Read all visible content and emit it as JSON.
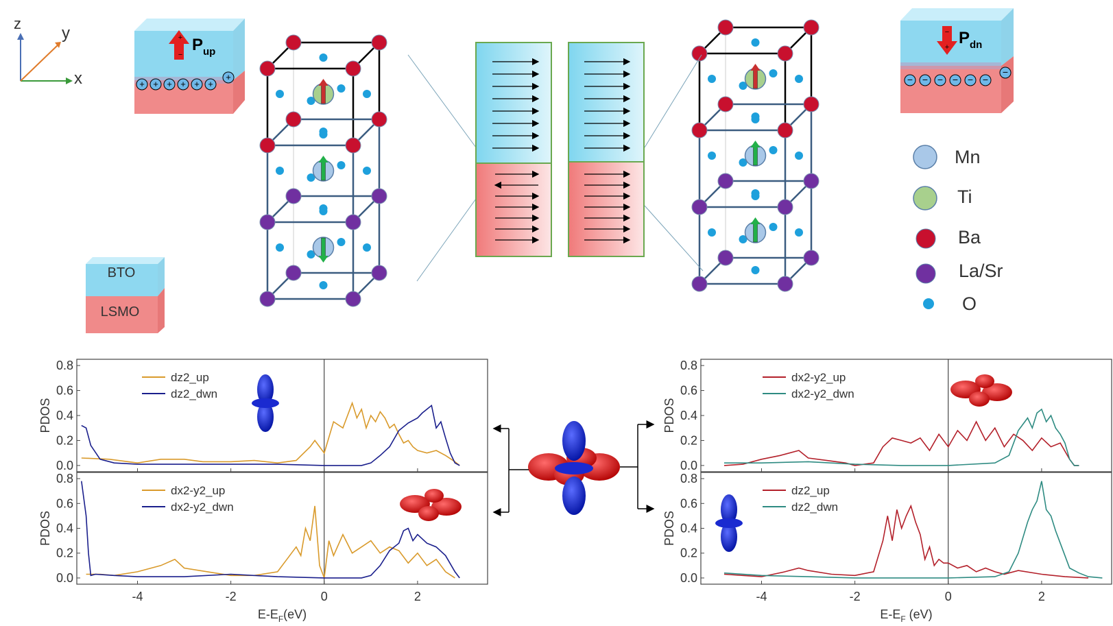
{
  "axes_labels": {
    "z": "z",
    "y": "y",
    "x": "x"
  },
  "polarization": {
    "up": {
      "P": "P",
      "sub": "up"
    },
    "dn": {
      "P": "P",
      "sub": "dn"
    }
  },
  "stack": {
    "top": "BTO",
    "bottom": "LSMO"
  },
  "legend": [
    {
      "name": "Mn",
      "color": "#a9c8e8"
    },
    {
      "name": "Ti",
      "color": "#a8d08d"
    },
    {
      "name": "Ba",
      "color": "#c8102e"
    },
    {
      "name": "La/Sr",
      "color": "#7030a0"
    },
    {
      "name": "O",
      "color": "#1ea0dc"
    }
  ],
  "colors": {
    "bto": "#a8e4f5",
    "lsmo": "#f28d8d",
    "up": "#d99a2b",
    "dn": "#1a1f8c",
    "red": "#b3202a",
    "teal": "#2e8b82"
  },
  "chart_data": [
    {
      "type": "line",
      "panel": "left-top",
      "xlabel": "",
      "ylabel": "PDOS",
      "xlim": [
        -5.3,
        3.5
      ],
      "ylim": [
        -0.05,
        0.85
      ],
      "yticks": [
        "0.0",
        "0.2",
        "0.4",
        "0.6",
        "0.8"
      ],
      "series": [
        {
          "name": "dz2_up",
          "x": [
            -5.2,
            -4.6,
            -4.0,
            -3.5,
            -3.0,
            -2.6,
            -2.0,
            -1.5,
            -1.0,
            -0.6,
            -0.3,
            -0.2,
            0.0,
            0.2,
            0.4,
            0.5,
            0.6,
            0.7,
            0.8,
            0.9,
            1.0,
            1.1,
            1.2,
            1.3,
            1.4,
            1.5,
            1.6,
            1.7,
            1.8,
            1.9,
            2.0,
            2.2,
            2.4,
            2.6,
            2.8,
            2.9
          ],
          "y": [
            0.06,
            0.05,
            0.02,
            0.05,
            0.05,
            0.03,
            0.03,
            0.04,
            0.02,
            0.04,
            0.15,
            0.2,
            0.1,
            0.35,
            0.3,
            0.4,
            0.5,
            0.38,
            0.45,
            0.3,
            0.4,
            0.35,
            0.43,
            0.38,
            0.3,
            0.33,
            0.25,
            0.18,
            0.2,
            0.15,
            0.12,
            0.1,
            0.12,
            0.08,
            0.03,
            0.0
          ]
        },
        {
          "name": "dz2_dwn",
          "x": [
            -5.2,
            -5.1,
            -5.0,
            -4.8,
            -4.5,
            -4.0,
            -3.0,
            -2.0,
            -1.0,
            0.0,
            0.8,
            1.0,
            1.2,
            1.4,
            1.6,
            1.8,
            2.0,
            2.1,
            2.2,
            2.3,
            2.4,
            2.5,
            2.6,
            2.7,
            2.8,
            2.9
          ],
          "y": [
            0.32,
            0.3,
            0.16,
            0.05,
            0.02,
            0.01,
            0.01,
            0.01,
            0.01,
            0.0,
            0.0,
            0.02,
            0.08,
            0.15,
            0.28,
            0.34,
            0.38,
            0.42,
            0.45,
            0.48,
            0.3,
            0.35,
            0.22,
            0.1,
            0.02,
            0.0
          ]
        }
      ]
    },
    {
      "type": "line",
      "panel": "left-bottom",
      "xlabel": "E-E_F(eV)",
      "ylabel": "PDOS",
      "xlim": [
        -5.3,
        3.5
      ],
      "ylim": [
        -0.05,
        0.85
      ],
      "yticks": [
        "0.0",
        "0.2",
        "0.4",
        "0.6",
        "0.8"
      ],
      "xticks": [
        "-4",
        "-2",
        "0",
        "2"
      ],
      "series": [
        {
          "name": "dx2-y2_up",
          "x": [
            -5.1,
            -4.8,
            -4.5,
            -4.0,
            -3.5,
            -3.2,
            -3.0,
            -2.5,
            -2.0,
            -1.5,
            -1.0,
            -0.8,
            -0.6,
            -0.5,
            -0.4,
            -0.3,
            -0.2,
            -0.1,
            0.0,
            0.1,
            0.2,
            0.4,
            0.6,
            0.8,
            1.0,
            1.2,
            1.4,
            1.6,
            1.8,
            2.0,
            2.2,
            2.4,
            2.6,
            2.8
          ],
          "y": [
            0.03,
            0.03,
            0.02,
            0.05,
            0.1,
            0.15,
            0.08,
            0.05,
            0.02,
            0.02,
            0.05,
            0.15,
            0.25,
            0.18,
            0.4,
            0.3,
            0.58,
            0.1,
            0.0,
            0.3,
            0.18,
            0.35,
            0.2,
            0.25,
            0.3,
            0.2,
            0.25,
            0.22,
            0.12,
            0.2,
            0.1,
            0.15,
            0.05,
            0.0
          ]
        },
        {
          "name": "dx2-y2_dwn",
          "x": [
            -5.2,
            -5.1,
            -5.05,
            -5.0,
            -4.9,
            -4.5,
            -4.0,
            -3.0,
            -2.0,
            -1.0,
            0.0,
            0.5,
            0.8,
            1.0,
            1.2,
            1.4,
            1.6,
            1.7,
            1.8,
            1.9,
            2.0,
            2.2,
            2.4,
            2.6,
            2.8,
            2.9
          ],
          "y": [
            0.78,
            0.5,
            0.2,
            0.02,
            0.03,
            0.02,
            0.01,
            0.01,
            0.03,
            0.01,
            0.0,
            0.0,
            0.0,
            0.02,
            0.1,
            0.22,
            0.28,
            0.38,
            0.4,
            0.3,
            0.35,
            0.28,
            0.25,
            0.18,
            0.05,
            0.0
          ]
        }
      ]
    },
    {
      "type": "line",
      "panel": "right-top",
      "xlabel": "",
      "ylabel": "PDOS",
      "xlim": [
        -5.3,
        3.5
      ],
      "ylim": [
        -0.05,
        0.85
      ],
      "yticks": [
        "0.0",
        "0.2",
        "0.4",
        "0.6",
        "0.8"
      ],
      "series": [
        {
          "name": "dx2-y2_up",
          "x": [
            -4.8,
            -4.4,
            -4.0,
            -3.6,
            -3.2,
            -3.0,
            -2.6,
            -2.2,
            -2.0,
            -1.6,
            -1.4,
            -1.2,
            -1.0,
            -0.8,
            -0.6,
            -0.4,
            -0.2,
            0.0,
            0.2,
            0.4,
            0.6,
            0.8,
            1.0,
            1.2,
            1.4,
            1.6,
            1.8,
            2.0,
            2.2,
            2.4,
            2.6,
            2.7,
            2.8
          ],
          "y": [
            0.0,
            0.01,
            0.05,
            0.08,
            0.12,
            0.06,
            0.04,
            0.02,
            0.0,
            0.02,
            0.15,
            0.22,
            0.2,
            0.18,
            0.22,
            0.12,
            0.25,
            0.15,
            0.28,
            0.2,
            0.35,
            0.2,
            0.3,
            0.15,
            0.25,
            0.2,
            0.12,
            0.22,
            0.15,
            0.18,
            0.05,
            0.0,
            0.0
          ]
        },
        {
          "name": "dx2-y2_dwn",
          "x": [
            -4.8,
            -4.0,
            -3.0,
            -2.0,
            -1.0,
            0.0,
            1.0,
            1.3,
            1.5,
            1.7,
            1.8,
            1.9,
            2.0,
            2.1,
            2.2,
            2.3,
            2.4,
            2.5,
            2.6,
            2.7,
            2.8
          ],
          "y": [
            0.02,
            0.02,
            0.03,
            0.01,
            0.0,
            0.0,
            0.02,
            0.08,
            0.28,
            0.38,
            0.3,
            0.42,
            0.45,
            0.35,
            0.4,
            0.3,
            0.25,
            0.18,
            0.05,
            0.0,
            0.0
          ]
        }
      ]
    },
    {
      "type": "line",
      "panel": "right-bottom",
      "xlabel": "E-E_F (eV)",
      "ylabel": "PDOS",
      "xlim": [
        -5.3,
        3.5
      ],
      "ylim": [
        -0.05,
        0.85
      ],
      "yticks": [
        "0.0",
        "0.2",
        "0.4",
        "0.6",
        "0.8"
      ],
      "xticks": [
        "-4",
        "-2",
        "0",
        "2"
      ],
      "series": [
        {
          "name": "dz2_up",
          "x": [
            -4.8,
            -4.4,
            -4.0,
            -3.5,
            -3.2,
            -3.0,
            -2.5,
            -2.0,
            -1.6,
            -1.4,
            -1.3,
            -1.2,
            -1.1,
            -1.0,
            -0.9,
            -0.8,
            -0.7,
            -0.6,
            -0.5,
            -0.4,
            -0.3,
            -0.2,
            -0.1,
            0.0,
            0.2,
            0.4,
            0.6,
            0.8,
            1.0,
            1.2,
            1.5,
            2.0,
            2.5,
            3.0
          ],
          "y": [
            0.03,
            0.02,
            0.01,
            0.05,
            0.08,
            0.06,
            0.03,
            0.02,
            0.05,
            0.3,
            0.5,
            0.3,
            0.55,
            0.4,
            0.5,
            0.58,
            0.45,
            0.35,
            0.15,
            0.25,
            0.1,
            0.15,
            0.12,
            0.12,
            0.08,
            0.1,
            0.05,
            0.08,
            0.05,
            0.03,
            0.06,
            0.03,
            0.01,
            0.0
          ]
        },
        {
          "name": "dz2_dwn",
          "x": [
            -4.8,
            -4.0,
            -3.0,
            -2.0,
            -1.0,
            0.0,
            1.0,
            1.3,
            1.5,
            1.7,
            1.8,
            1.9,
            2.0,
            2.1,
            2.2,
            2.3,
            2.4,
            2.5,
            2.6,
            2.8,
            3.0,
            3.3
          ],
          "y": [
            0.04,
            0.02,
            0.01,
            0.0,
            0.0,
            0.0,
            0.01,
            0.05,
            0.2,
            0.45,
            0.55,
            0.62,
            0.78,
            0.55,
            0.5,
            0.38,
            0.28,
            0.18,
            0.08,
            0.04,
            0.01,
            0.0
          ]
        }
      ]
    }
  ]
}
